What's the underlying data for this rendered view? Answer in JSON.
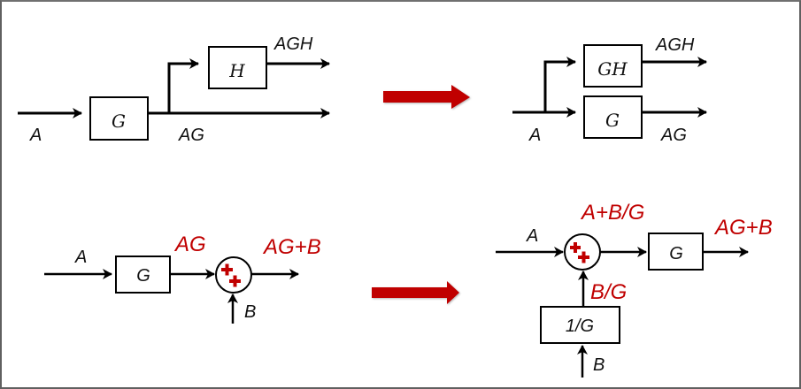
{
  "colors": {
    "accent": "#c00000",
    "line": "#000000",
    "border": "#606060"
  },
  "top_left": {
    "input_label": "A",
    "block_g": "G",
    "block_h": "H",
    "output_upper": "AGH",
    "output_lower": "AG"
  },
  "top_right": {
    "input_label": "A",
    "block_gh": "GH",
    "block_g": "G",
    "output_upper": "AGH",
    "output_lower": "AG"
  },
  "bottom_left": {
    "input_label": "A",
    "block_g": "G",
    "intermediate_label": "AG",
    "output_label": "AG+B",
    "side_input_label": "B",
    "summer_signs": [
      "+",
      "+"
    ]
  },
  "bottom_right": {
    "input_label": "A",
    "sum_label": "A+B/G",
    "block_g": "G",
    "output_label": "AG+B",
    "feed_label": "B/G",
    "block_inv_g": "1/G",
    "side_input_label": "B",
    "summer_signs": [
      "+",
      "+"
    ]
  },
  "transform_arrows": [
    "top-transform-arrow",
    "bottom-transform-arrow"
  ]
}
